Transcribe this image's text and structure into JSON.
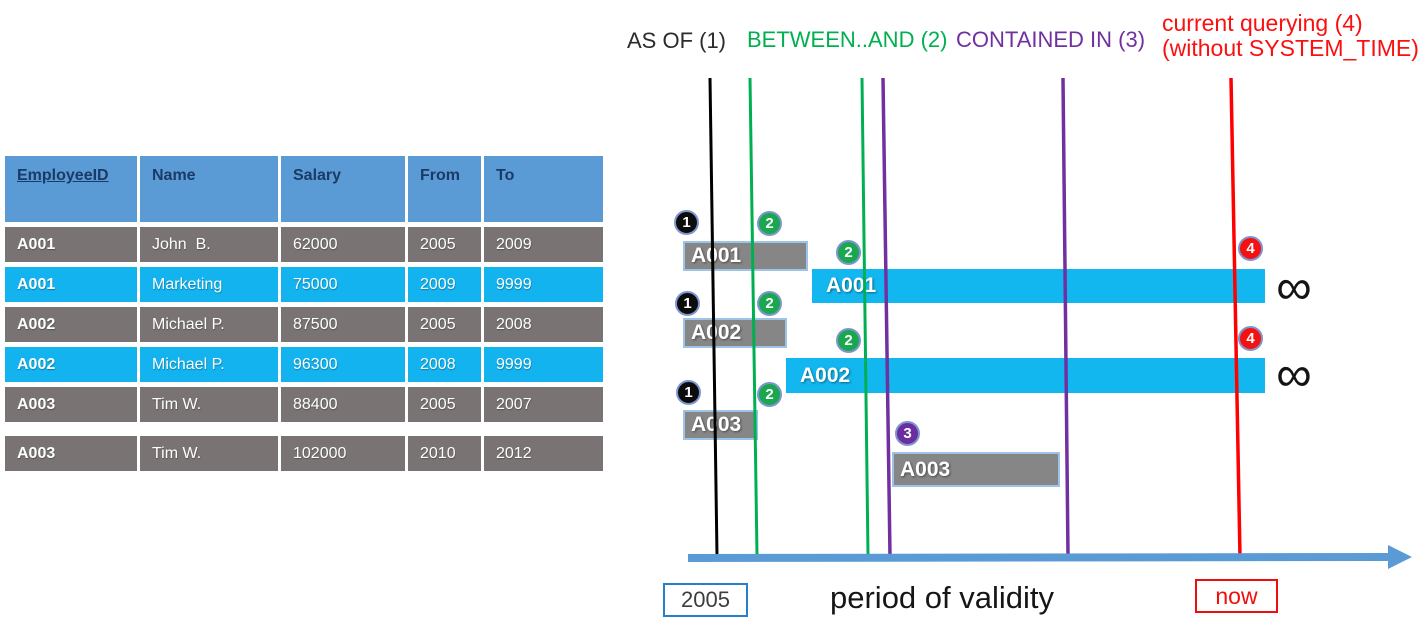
{
  "legend": {
    "as_of": "AS OF (1)",
    "between_and": "BETWEEN..AND (2)",
    "contained_in": "CONTAINED IN (3)",
    "current_querying_line1": "current querying (4)",
    "current_querying_line2": "(without SYSTEM_TIME)"
  },
  "table": {
    "headers": [
      "EmployeeID",
      "Name",
      "Salary",
      "From",
      "To"
    ],
    "rows": [
      {
        "id": "A001",
        "name": "John  B.",
        "salary": "62000",
        "from": "2005",
        "to": "2009",
        "highlight": false
      },
      {
        "id": "A001",
        "name": "Marketing",
        "salary": "75000",
        "from": "2009",
        "to": "9999",
        "highlight": true
      },
      {
        "id": "A002",
        "name": "Michael P.",
        "salary": "87500",
        "from": "2005",
        "to": "2008",
        "highlight": false
      },
      {
        "id": "A002",
        "name": "Michael P.",
        "salary": "96300",
        "from": "2008",
        "to": "9999",
        "highlight": true
      },
      {
        "id": "A003",
        "name": "Tim W.",
        "salary": "88400",
        "from": "2005",
        "to": "2007",
        "highlight": false
      },
      {
        "id": "A003",
        "name": "Tim W.",
        "salary": "102000",
        "from": "2010",
        "to": "2012",
        "highlight": false
      }
    ]
  },
  "timeline": {
    "bars": [
      {
        "label": "A001",
        "variant": "history",
        "from": "2005",
        "to": "2009"
      },
      {
        "label": "A001",
        "variant": "current",
        "from": "2009",
        "to": "9999"
      },
      {
        "label": "A002",
        "variant": "history",
        "from": "2005",
        "to": "2008"
      },
      {
        "label": "A002",
        "variant": "current",
        "from": "2008",
        "to": "9999"
      },
      {
        "label": "A003",
        "variant": "history",
        "from": "2005",
        "to": "2007"
      },
      {
        "label": "A003",
        "variant": "history",
        "from": "2010",
        "to": "2012"
      }
    ],
    "badges": [
      {
        "number": "1",
        "color": "black"
      },
      {
        "number": "2",
        "color": "green"
      },
      {
        "number": "2",
        "color": "green"
      },
      {
        "number": "1",
        "color": "black"
      },
      {
        "number": "2",
        "color": "green"
      },
      {
        "number": "2",
        "color": "green"
      },
      {
        "number": "1",
        "color": "black"
      },
      {
        "number": "2",
        "color": "green"
      },
      {
        "number": "3",
        "color": "purple"
      },
      {
        "number": "4",
        "color": "red"
      },
      {
        "number": "4",
        "color": "red"
      }
    ],
    "infinity": "∞",
    "axis_start": "2005",
    "axis_label": "period of validity",
    "axis_end": "now"
  },
  "colors": {
    "header_blue": "#5b9bd5",
    "header_text": "#1b3a66",
    "row_gray": "#797473",
    "row_cyan": "#12b3ee",
    "bar_gray": "#868686",
    "bar_border": "#9dc3e6",
    "bar_cyan": "#12b7f0",
    "line_black": "#000000",
    "line_green": "#00b050",
    "line_purple": "#7030a0",
    "line_red": "#ff0000",
    "axis_blue": "#5b9bd5"
  }
}
